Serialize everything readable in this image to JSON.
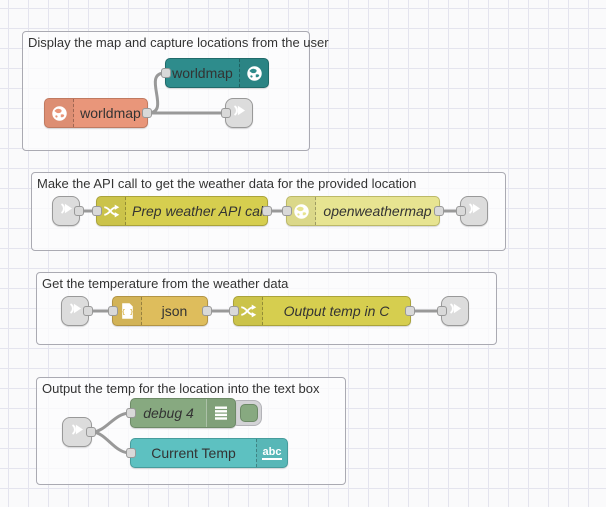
{
  "app": {
    "title": "Node-RED flow editor canvas"
  },
  "canvas": {
    "background": "#fafafb",
    "grid_color": "#e4e4ee",
    "wire_color": "#999999",
    "port_fill": "#d9d9d9",
    "port_border": "#999999"
  },
  "palette": {
    "worldmap": {
      "fill": "#2E8C8C",
      "border": "#206a6a"
    },
    "worldmap_in": {
      "fill": "#E9967A",
      "border": "#c07a61"
    },
    "change": {
      "fill": "#D6CE4F",
      "border": "#aaa33b"
    },
    "openweathermap": {
      "fill": "#E7E491",
      "border": "#bcb968"
    },
    "json": {
      "fill": "#DEBD5C",
      "border": "#b29445"
    },
    "debug": {
      "fill": "#87A980",
      "border": "#6d8a67"
    },
    "ui_text": {
      "fill": "#5DC1C1",
      "border": "#479c9c"
    },
    "link": {
      "fill": "#dcdcdc",
      "border": "#999999"
    }
  },
  "groups": [
    {
      "label": "Display the map and capture locations from the user"
    },
    {
      "label": "Make the API call to get the weather data for the provided location"
    },
    {
      "label": "Get the temperature from the weather data"
    },
    {
      "label": "Output the temp for the location into the text box"
    }
  ],
  "nodes": {
    "worldmap_display": {
      "label": "worldmap"
    },
    "worldmap_in": {
      "label": "worldmap"
    },
    "prep_weather": {
      "label": "Prep weather API call"
    },
    "openweathermap": {
      "label": "openweathermap"
    },
    "json": {
      "label": "json"
    },
    "output_temp": {
      "label": "Output temp in C"
    },
    "debug": {
      "label": "debug 4"
    },
    "current_temp": {
      "label": "Current Temp"
    }
  },
  "icons": {
    "json_glyph": "{ }",
    "abc_glyph": "abc"
  }
}
